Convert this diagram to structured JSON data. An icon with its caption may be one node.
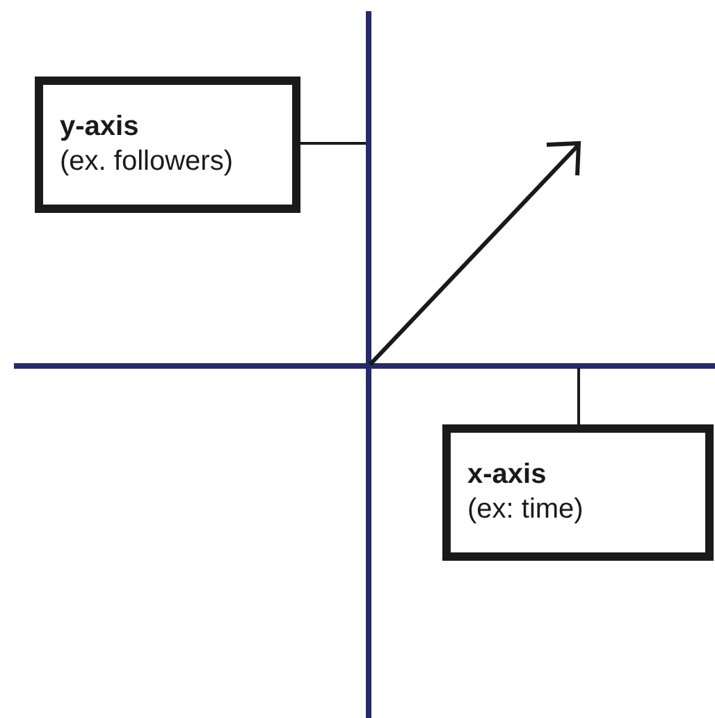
{
  "diagram": {
    "nodes": [
      {
        "text": [
          "y-axis",
          "(ex. followers)"
        ]
      },
      {
        "text": [
          "x-axis",
          "(ex: time)"
        ]
      }
    ],
    "edges": [
      {
        "from": 0,
        "to": null,
        "arrow": "none"
      },
      {
        "from": 1,
        "to": null,
        "arrow": "none"
      }
    ]
  }
}
